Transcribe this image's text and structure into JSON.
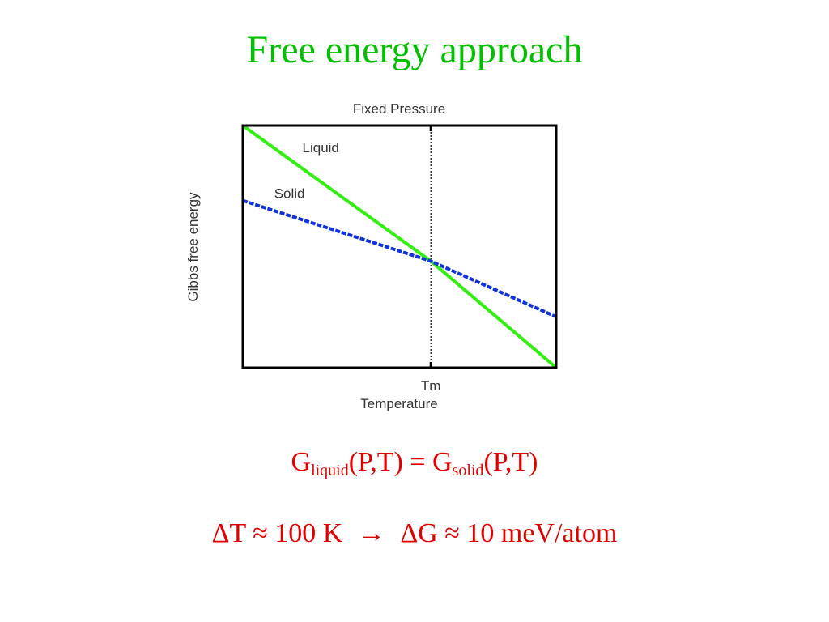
{
  "slide": {
    "title": "Free energy approach"
  },
  "chart_data": {
    "type": "line",
    "title": "Fixed Pressure",
    "xlabel": "Temperature",
    "ylabel": "Gibbs free energy",
    "x_tick_labels": [
      "Tm"
    ],
    "xlim": [
      0,
      1
    ],
    "ylim": [
      0,
      1
    ],
    "grid": false,
    "series": [
      {
        "name": "Liquid",
        "color": "#33ee11",
        "style": "solid",
        "x": [
          0,
          0.6,
          1
        ],
        "y": [
          1.0,
          0.44,
          0.0
        ]
      },
      {
        "name": "Solid",
        "color": "#1133dd",
        "style": "dashed",
        "x": [
          0,
          0.6,
          1
        ],
        "y": [
          0.69,
          0.44,
          0.21
        ]
      }
    ],
    "annotations": [
      {
        "type": "vline",
        "x": 0.6,
        "label": "Tm",
        "style": "dotted",
        "color": "#000000"
      }
    ]
  },
  "equations": {
    "line1": {
      "g1": "G",
      "sub1": "liquid",
      "args1": "(P,T) = G",
      "sub2": "solid",
      "args2": "(P,T)"
    },
    "line2": {
      "left": "ΔT ≈ 100 K",
      "arrow": "→",
      "right": "ΔG ≈ 10 meV/atom"
    },
    "color": "#e00000"
  }
}
